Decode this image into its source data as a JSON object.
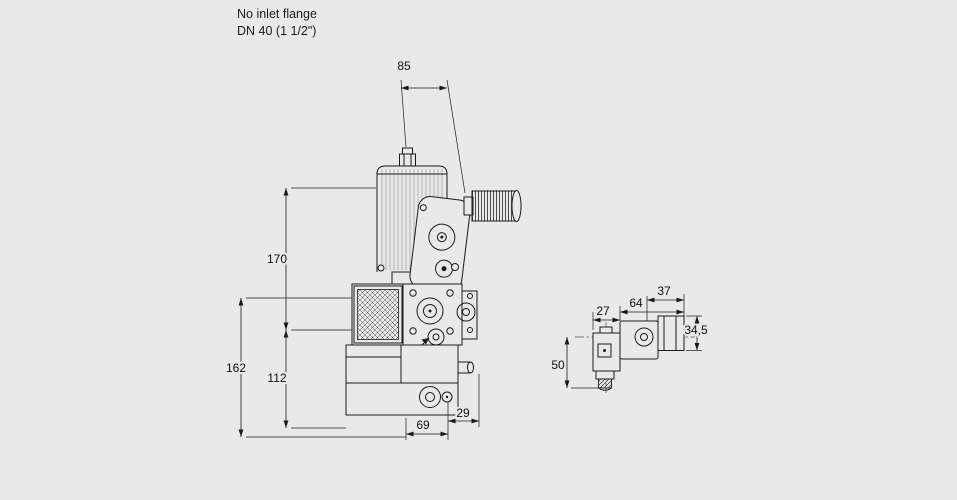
{
  "page": {
    "background": "#e9e9e9",
    "line_color": "#1a1a1a"
  },
  "header": {
    "line1": "No inlet flange",
    "line2": "DN 40 (1 1/2\")"
  },
  "main_view": {
    "dim_85": "85",
    "dim_170": "170",
    "dim_162": "162",
    "dim_112": "112",
    "dim_69": "69",
    "dim_29": "29"
  },
  "side_view": {
    "dim_27": "27",
    "dim_64": "64",
    "dim_37": "37",
    "dim_34_5": "34,5",
    "dim_50": "50"
  }
}
